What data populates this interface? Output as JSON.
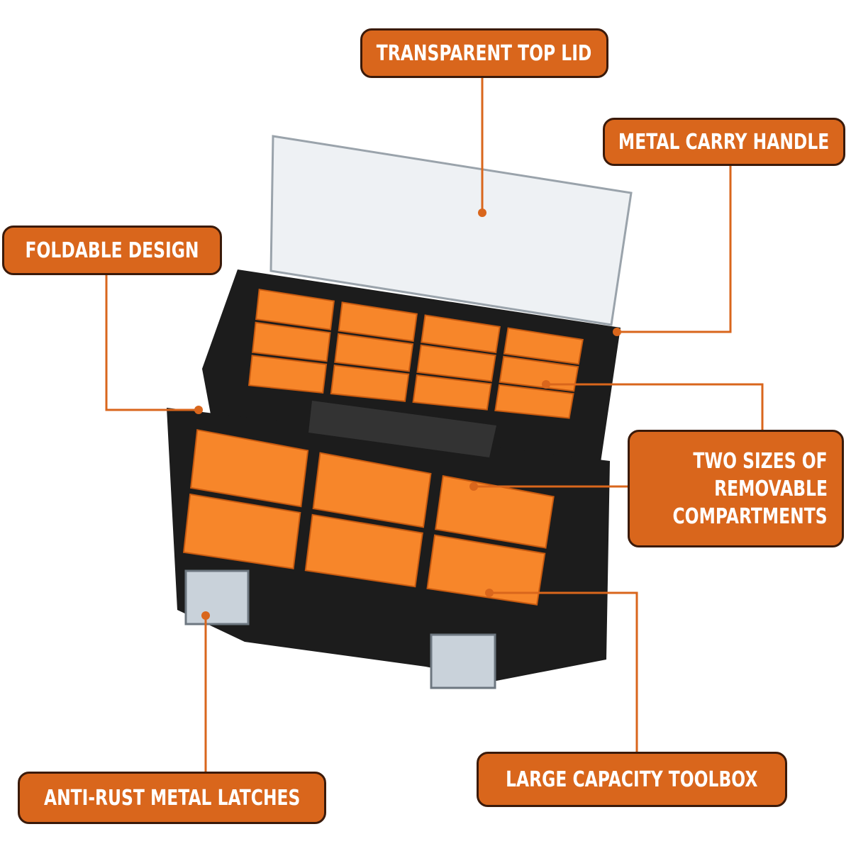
{
  "labels": {
    "top_lid": "TRANSPARENT TOP LID",
    "carry_handle": "METAL CARRY HANDLE",
    "foldable": "FOLDABLE DESIGN",
    "compartments": [
      "TWO SIZES OF",
      "REMOVABLE",
      "COMPARTMENTS"
    ],
    "latches": "ANTI-RUST METAL LATCHES",
    "capacity": "LARGE CAPACITY TOOLBOX"
  },
  "colors": {
    "accent": "#d9661c",
    "border": "#3a1a0a",
    "bin": "#f7862a",
    "body": "#1c1c1c"
  }
}
